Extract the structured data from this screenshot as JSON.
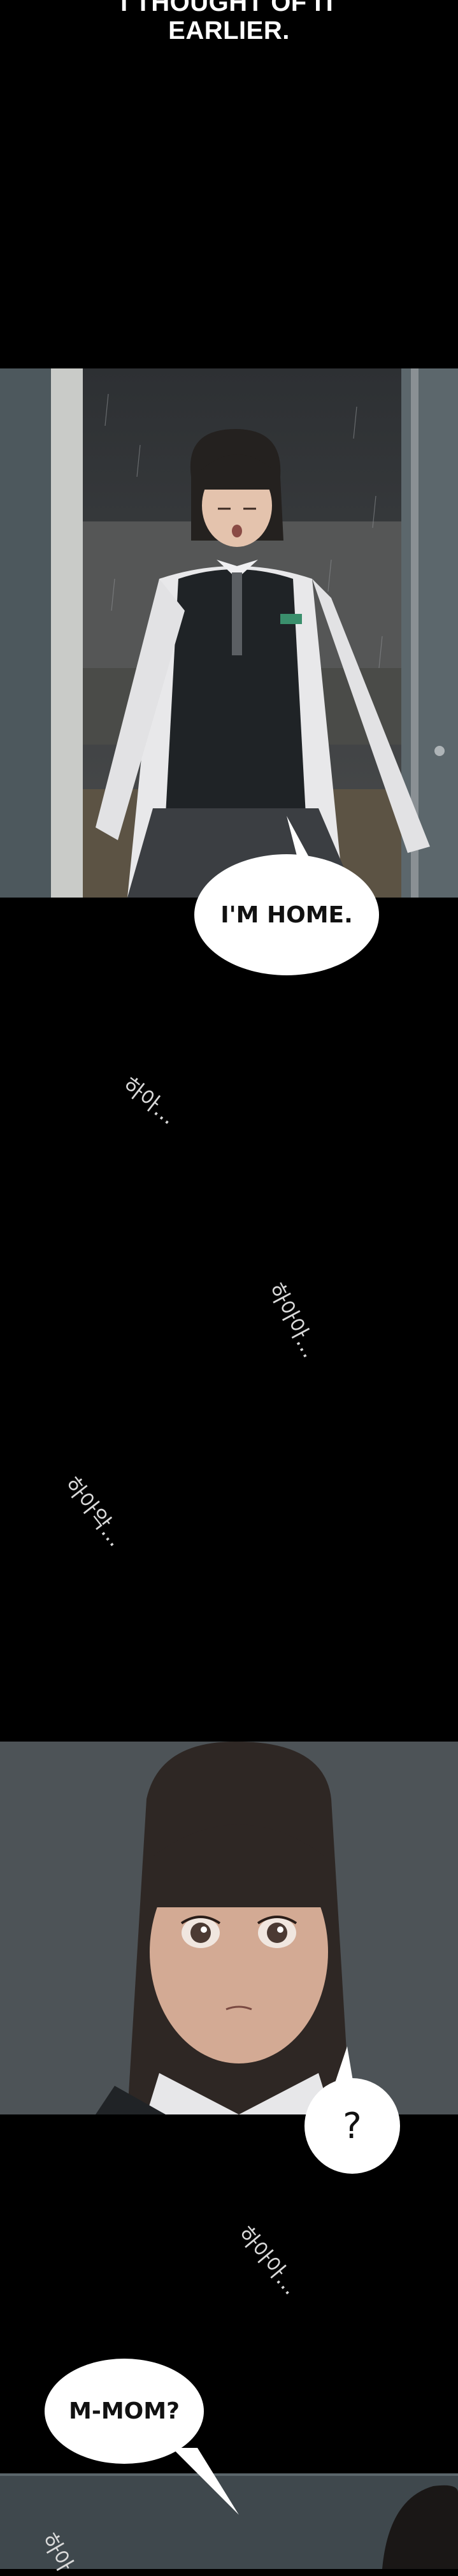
{
  "caption_top": {
    "line1": "I THOUGHT OF IT",
    "line2": "EARLIER."
  },
  "bubbles": {
    "home": "I'M HOME.",
    "question": "?",
    "mom": "M-MOM?"
  },
  "sfx": {
    "sfx1": "하아...",
    "sfx2": "하아아...",
    "sfx3": "하아악...",
    "sfx4": "하아아...",
    "sfx5": "하아"
  },
  "colors": {
    "background": "#000000",
    "bubble": "#ffffff",
    "text_dark": "#111111",
    "sfx": "#d9d9d9"
  }
}
